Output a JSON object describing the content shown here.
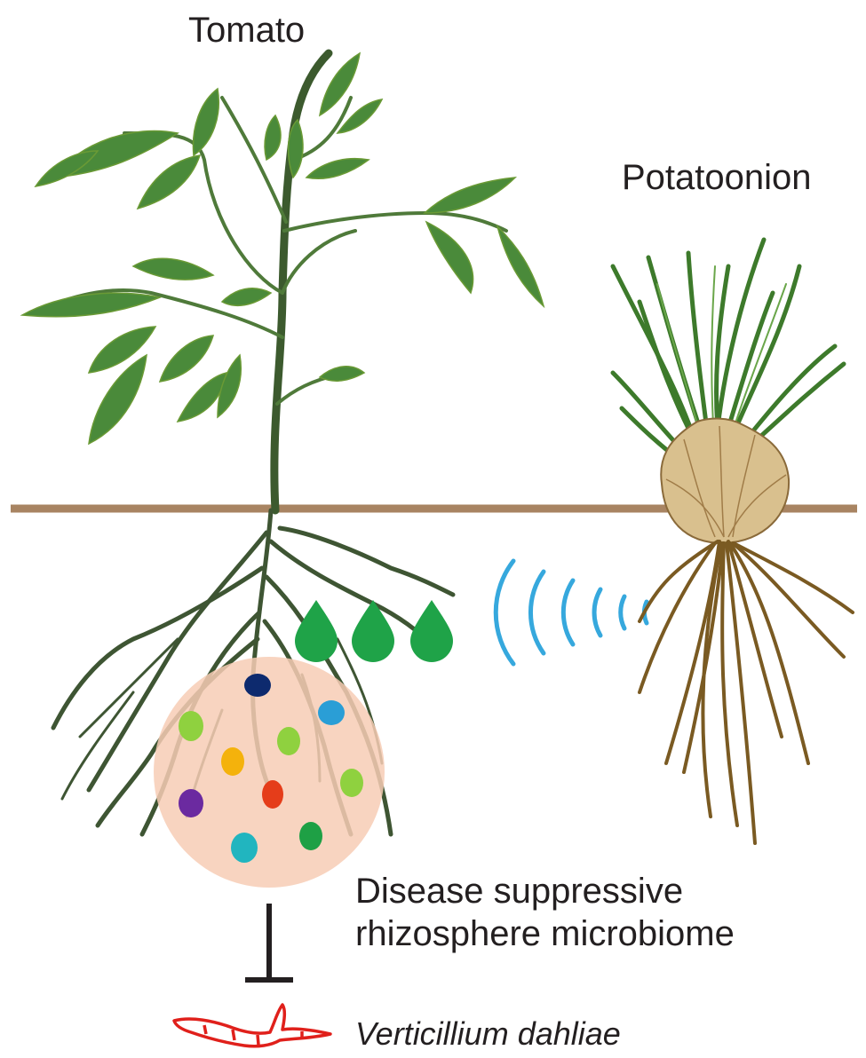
{
  "labels": {
    "tomato": "Tomato",
    "potato_onion": "Potatoonion",
    "microbiome_line1": "Disease suppressive",
    "microbiome_line2": "rhizosphere microbiome",
    "pathogen": "Verticillium dahliae"
  },
  "colors": {
    "soil_line": "#a88462",
    "leaf": "#4a8a3a",
    "stem": "#3c5a2e",
    "root_tomato": "#3e5533",
    "onion_bulb": "#d9c08e",
    "onion_leaf": "#3d7a2b",
    "onion_root": "#7a5a22",
    "exudate_drop": "#1fa348",
    "signal_wave": "#36a8dd",
    "microbiome_circle": "#f7cdb5",
    "pathogen": "#e0201b",
    "inhibition": "#231f20"
  },
  "icons": {
    "tomato_plant": "tomato-plant-icon",
    "onion_plant": "potato-onion-plant-icon",
    "exudate": "droplet-icon",
    "signal": "signal-wave-icon",
    "microbe": "microbe-icon",
    "pathogen": "fungal-hypha-icon",
    "inhibition": "inhibition-arrow-icon"
  }
}
